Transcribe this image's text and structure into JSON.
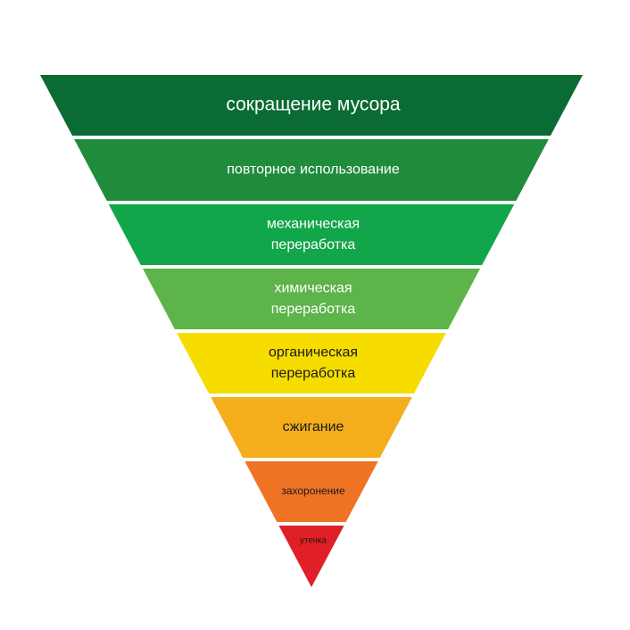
{
  "levels": [
    {
      "lines": [
        "сокращение мусора"
      ],
      "color": "#0b6b35",
      "text_color": "#ffffff"
    },
    {
      "lines": [
        "повторное использование"
      ],
      "color": "#1f8c3b",
      "text_color": "#ffffff"
    },
    {
      "lines": [
        "механическая",
        "переработка"
      ],
      "color": "#12a64a",
      "text_color": "#ffffff"
    },
    {
      "lines": [
        "химическая",
        "переработка"
      ],
      "color": "#5db44a",
      "text_color": "#ffffff"
    },
    {
      "lines": [
        "органическая",
        "переработка"
      ],
      "color": "#f7dc00",
      "text_color": "#1a1a1a"
    },
    {
      "lines": [
        "сжигание"
      ],
      "color": "#f4ae1c",
      "text_color": "#1a1a1a"
    },
    {
      "lines": [
        "захоронение"
      ],
      "color": "#ef7325",
      "text_color": "#1a1a1a"
    },
    {
      "lines": [
        "утечка"
      ],
      "color": "#e11f26",
      "text_color": "#1a1a1a"
    }
  ]
}
